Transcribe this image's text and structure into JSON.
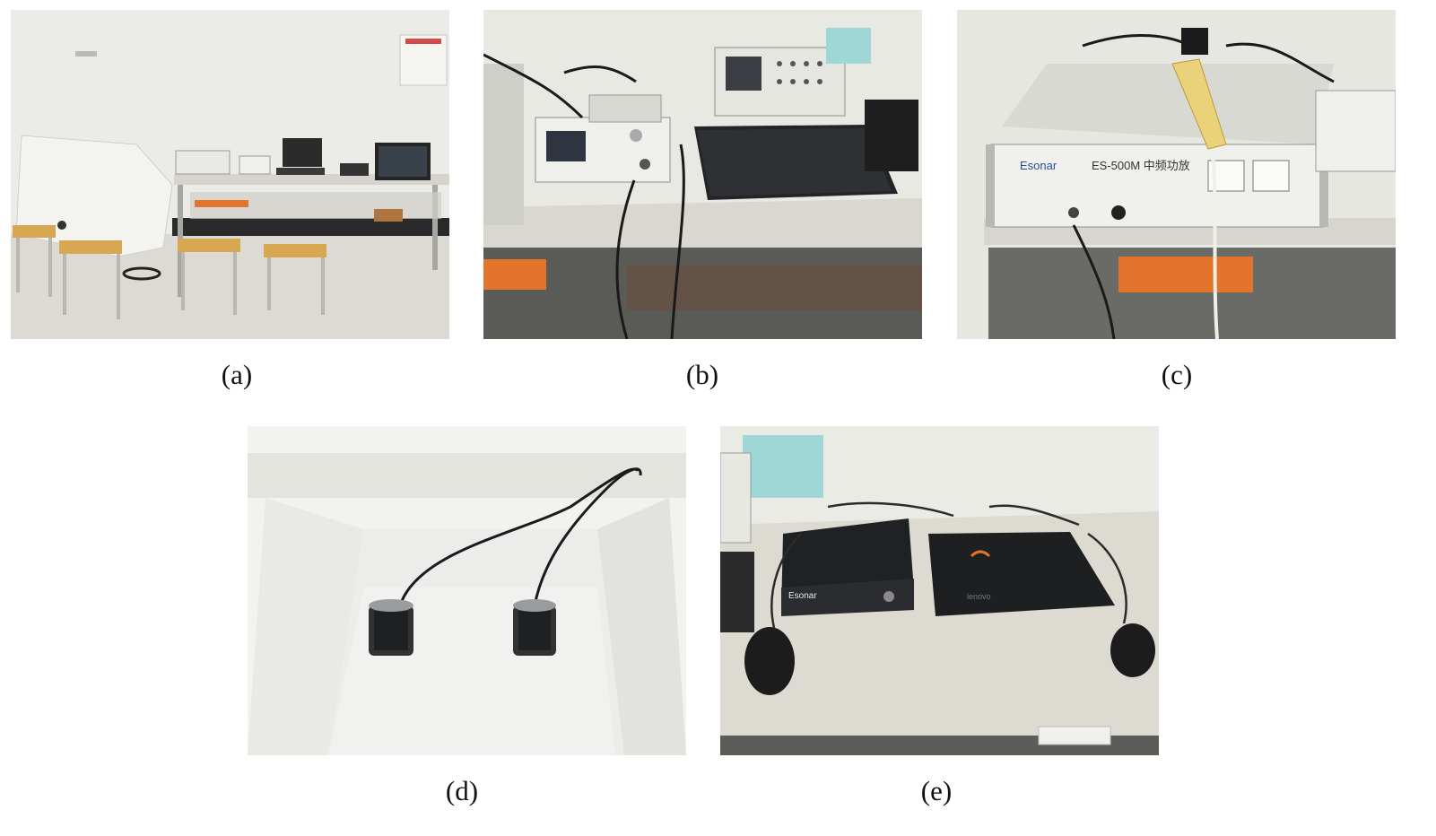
{
  "figure": {
    "panels": [
      {
        "id": "a",
        "caption": "(a)"
      },
      {
        "id": "b",
        "caption": "(b)"
      },
      {
        "id": "c",
        "caption": "(c)",
        "device_brand": "Esonar",
        "device_model": "ES-500M 中频功放"
      },
      {
        "id": "d",
        "caption": "(d)"
      },
      {
        "id": "e",
        "caption": "(e)",
        "device_brand": "Esonar",
        "laptop_brand": "lenovo"
      }
    ]
  },
  "colors": {
    "wall": "#e9e9e5",
    "floor": "#d9d7d1",
    "table_top": "#dcdad2",
    "stool_seat": "#e3b25a",
    "device_black": "#222426",
    "device_white": "#eeeeea",
    "tank": "#f1f1ee",
    "cable_orange": "#e2742b",
    "power_strip": "#e9d27a"
  }
}
